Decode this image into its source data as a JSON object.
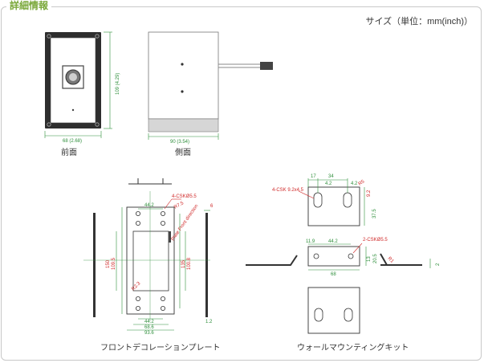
{
  "section": {
    "title": "詳細情報",
    "unit_note": "サイズ（単位：mm(inch)）"
  },
  "front_view": {
    "caption": "前面",
    "width_label": "68 (2.68)",
    "height_label": "109 (4.29)"
  },
  "side_view": {
    "caption": "側面",
    "depth_label": "90 (3.54)"
  },
  "plate": {
    "caption": "フロントデコレーションプレート",
    "hole_label": "4-CSKØ5.5",
    "top_width": "44.2",
    "top_offset": "R7.5",
    "side_label": "6",
    "slot_label": "Plate Front direction",
    "left_dims": [
      "150",
      "109.5"
    ],
    "right_dims": [
      "135",
      "100.8"
    ],
    "radius_label": "R2.3",
    "bottom_dims": [
      "44.2",
      "68.6",
      "93.6"
    ],
    "thickness": "1.2"
  },
  "wall_kit": {
    "caption": "ウォールマウンティングキット",
    "top_hole_label": "4-CSK 9.2x4.5",
    "top_dims": [
      "17",
      "34",
      "4.2",
      "4.2",
      "R5"
    ],
    "right_dims": [
      "9.2",
      "37.5"
    ],
    "mid_left": "11.9",
    "mid_width": "44.2",
    "mid_hole_label": "2-CSKØ5.5",
    "mid_right": [
      "13",
      "20.5"
    ],
    "mid_bottom": "68",
    "side_right": [
      "R1",
      "2"
    ]
  }
}
